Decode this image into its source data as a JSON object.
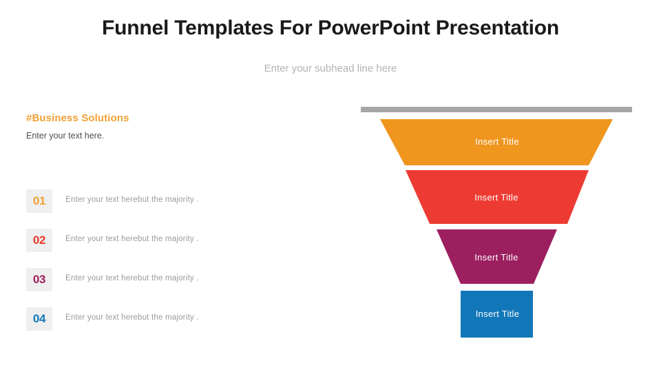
{
  "header": {
    "title": "Funnel Templates For PowerPoint Presentation",
    "subhead": "Enter your subhead line here"
  },
  "left_panel": {
    "heading": "#Business Solutions",
    "subtext": "Enter your text here."
  },
  "bullets": [
    {
      "number": "01",
      "text": "Enter your text herebut the majority  .",
      "color": "#efa134"
    },
    {
      "number": "02",
      "text": "Enter your text herebut the majority  .",
      "color": "#e8392c"
    },
    {
      "number": "03",
      "text": "Enter your text herebut the majority  .",
      "color": "#a01e5e"
    },
    {
      "number": "04",
      "text": "Enter your text herebut the majority  .",
      "color": "#1277b8"
    }
  ],
  "funnel": {
    "cap_color": "#a6a6a6",
    "stages": [
      {
        "label": "Insert Title",
        "color": "#f0961f"
      },
      {
        "label": "Insert Title",
        "color": "#ed3b33"
      },
      {
        "label": "Insert Title",
        "color": "#9c1f60"
      },
      {
        "label": "Insert Title",
        "color": "#1277b8"
      }
    ]
  }
}
